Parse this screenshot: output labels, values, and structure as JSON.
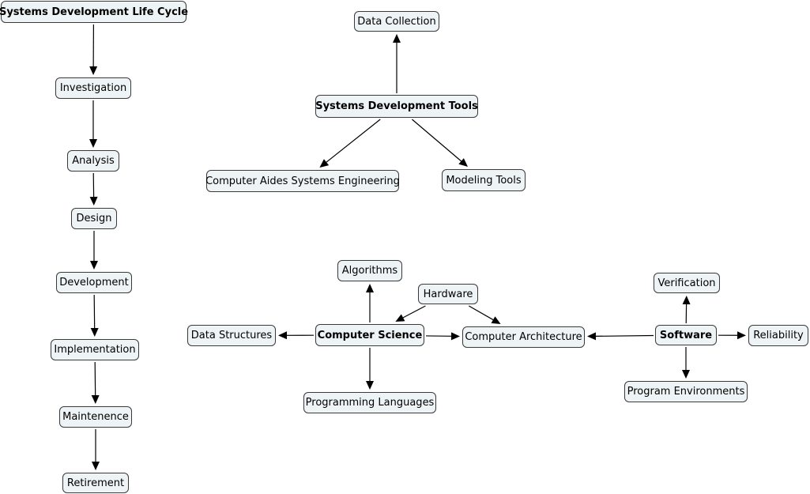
{
  "colors": {
    "node_fill": "#eef3f5",
    "node_border": "#3a3a3a",
    "line": "#000000"
  },
  "nodes": {
    "sdlc": "Systems Development Life Cycle",
    "investigation": "Investigation",
    "analysis": "Analysis",
    "design": "Design",
    "development": "Development",
    "implementation": "Implementation",
    "maintenence": "Maintenence",
    "retirement": "Retirement",
    "data_collection": "Data Collection",
    "sdt": "Systems Development Tools",
    "case": "Computer Aides Systems Engineering",
    "modeling_tools": "Modeling Tools",
    "algorithms": "Algorithms",
    "hardware": "Hardware",
    "data_structures": "Data Structures",
    "computer_science": "Computer Science",
    "computer_architecture": "Computer Architecture",
    "programming_languages": "Programming Languages",
    "verification": "Verification",
    "software": "Software",
    "reliability": "Reliability",
    "program_environments": "Program Environments"
  },
  "edges": [
    [
      "sdlc",
      "investigation"
    ],
    [
      "investigation",
      "analysis"
    ],
    [
      "analysis",
      "design"
    ],
    [
      "design",
      "development"
    ],
    [
      "development",
      "implementation"
    ],
    [
      "implementation",
      "maintenence"
    ],
    [
      "maintenence",
      "retirement"
    ],
    [
      "sdt",
      "data_collection"
    ],
    [
      "sdt",
      "case"
    ],
    [
      "sdt",
      "modeling_tools"
    ],
    [
      "computer_science",
      "algorithms"
    ],
    [
      "computer_science",
      "data_structures"
    ],
    [
      "computer_science",
      "programming_languages"
    ],
    [
      "computer_science",
      "computer_architecture"
    ],
    [
      "hardware",
      "computer_science"
    ],
    [
      "hardware",
      "computer_architecture"
    ],
    [
      "software",
      "computer_architecture"
    ],
    [
      "software",
      "verification"
    ],
    [
      "software",
      "reliability"
    ],
    [
      "software",
      "program_environments"
    ]
  ]
}
